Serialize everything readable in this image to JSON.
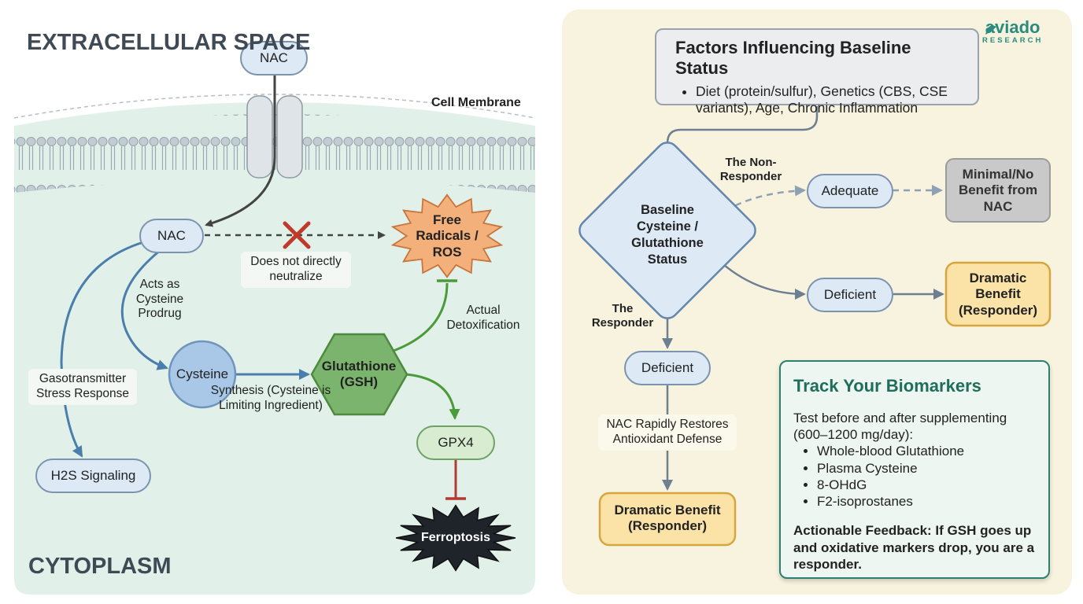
{
  "left_panel": {
    "title_extracellular": "EXTRACELLULAR SPACE",
    "title_cytoplasm": "CYTOPLASM",
    "membrane_label": "Cell Membrane",
    "nodes": {
      "nac_outside": "NAC",
      "nac_inside": "NAC",
      "free_radicals": "Free Radicals / ROS",
      "cysteine": "Cysteine",
      "glutathione": "Glutathione (GSH)",
      "gpx4": "GPX4",
      "ferroptosis": "Ferroptosis",
      "h2s": "H2S Signaling"
    },
    "edge_labels": {
      "not_neutralize": "Does not directly neutralize",
      "prodrug": "Acts as Cysteine Prodrug",
      "gasotransmitter": "Gasotransmitter Stress Response",
      "synthesis": "Synthesis (Cysteine is Limiting Ingredient)",
      "detox": "Actual Detoxification"
    }
  },
  "right_panel": {
    "factors": {
      "title": "Factors Influencing Baseline Status",
      "bullet": "Diet (protein/sulfur), Genetics (CBS, CSE variants), Age, Chronic Inflammation"
    },
    "decision": "Baseline Cysteine / Glutathione Status",
    "branch_nonresponder": "The Non-Responder",
    "branch_responder": "The Responder",
    "adequate": "Adequate",
    "minimal_benefit": "Minimal/No Benefit from NAC",
    "deficient_right": "Deficient",
    "dramatic_right": "Dramatic Benefit (Responder)",
    "deficient_down": "Deficient",
    "restores_label": "NAC Rapidly Restores Antioxidant Defense",
    "dramatic_down": "Dramatic Benefit (Responder)",
    "biomarkers": {
      "title": "Track Your Biomarkers",
      "intro": "Test before and after supplementing (600–1200 mg/day):",
      "items": [
        "Whole-blood Glutathione",
        "Plasma Cysteine",
        "8-OHdG",
        "F2-isoprostanes"
      ],
      "feedback": "Actionable Feedback: If GSH goes up and oxidative markers drop, you are a responder."
    }
  },
  "logo": {
    "name": "aviado",
    "sub": "RESEARCH"
  },
  "colors": {
    "cytoplasm_bg": "#e1f1ea",
    "right_bg": "#f7f3df",
    "membrane": "#a9b5bd",
    "blue_node": "#dde9f5",
    "blue_border": "#7c93ad",
    "cysteine_fill": "#a9c8e8",
    "gsh_fill": "#7bb56d",
    "ros_fill": "#f3b07a",
    "benefit_fill": "#fbe3a8",
    "benefit_border": "#d6a63c",
    "grey_fill": "#c9c9c9",
    "arrow_blue": "#4a7eab",
    "arrow_green": "#4c9a3a",
    "inhibit_red": "#b23a32",
    "teal": "#2e7f6e"
  }
}
